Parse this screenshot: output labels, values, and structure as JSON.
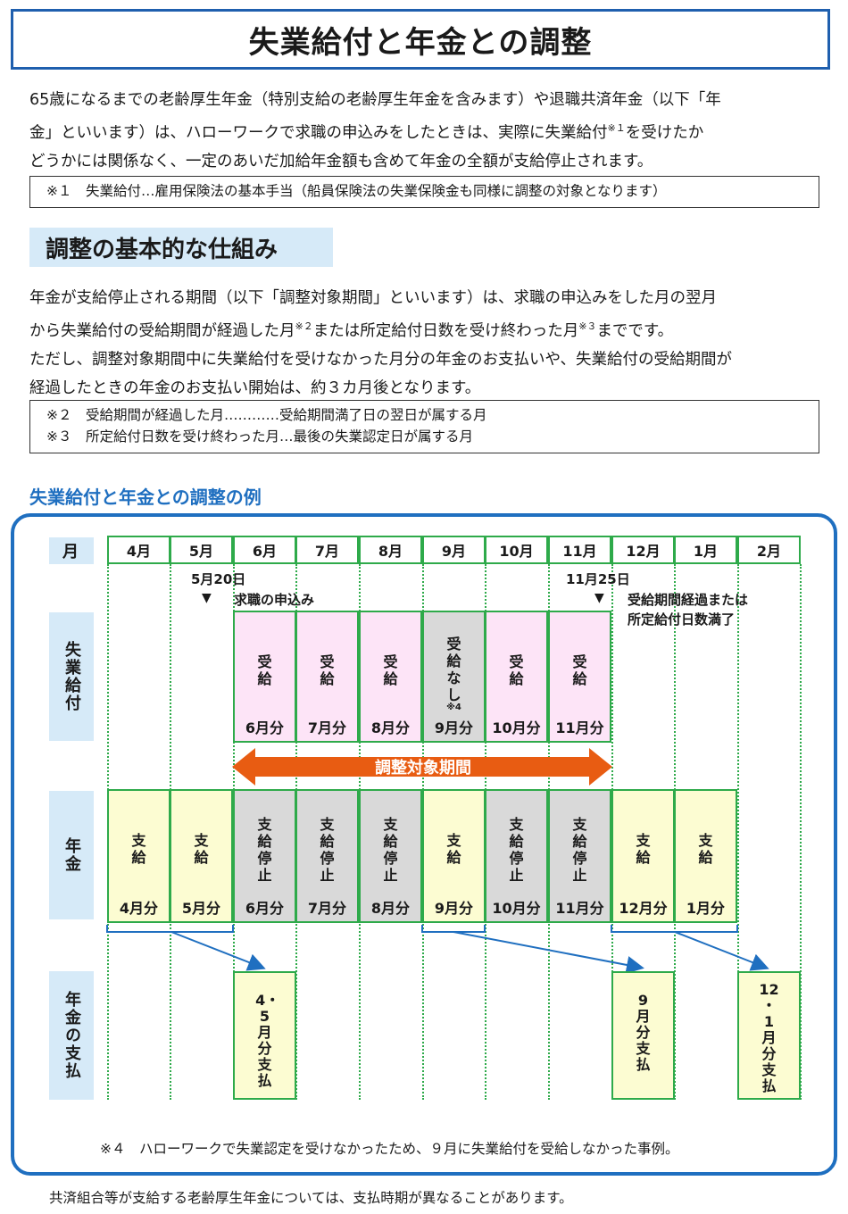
{
  "title": "失業給付と年金との調整",
  "intro": {
    "line1": "65歳になるまでの老齢厚生年金（特別支給の老齢厚生年金を含みます）や退職共済年金（以下「年",
    "line2a": "金」といいます）は、ハローワークで求職の申込みをしたときは、実際に失業給付",
    "line2sup": "※１",
    "line2b": "を受けたか",
    "line3": "どうかには関係なく、一定のあいだ加給年金額も含めて年金の全額が支給停止されます。"
  },
  "note1": "※１　失業給付…雇用保険法の基本手当（船員保険法の失業保険金も同様に調整の対象となります）",
  "section_title": "調整の基本的な仕組み",
  "body": {
    "line1": "年金が支給停止される期間（以下「調整対象期間」といいます）は、求職の申込みをした月の翌月",
    "line2a": "から失業給付の受給期間が経過した月",
    "line2sup1": "※２",
    "line2b": "または所定給付日数を受け終わった月",
    "line2sup2": "※３",
    "line2c": "までです。",
    "line3": "ただし、調整対象期間中に失業給付を受けなかった月分の年金のお支払いや、失業給付の受給期間が",
    "line4": "経過したときの年金のお支払い開始は、約３カ月後となります。"
  },
  "notes23": [
    "※２　受給期間が経過した月…………受給期間満了日の翌日が属する月",
    "※３　所定給付日数を受け終わった月…最後の失業認定日が属する月"
  ],
  "example_title": "失業給付と年金との調整の例",
  "row_labels": {
    "month": "月",
    "unemployment": "失業給付",
    "pension": "年金",
    "payment": "年金の支払"
  },
  "months": [
    "4月",
    "5月",
    "6月",
    "7月",
    "8月",
    "9月",
    "10月",
    "11月",
    "12月",
    "1月",
    "2月"
  ],
  "markers": {
    "start_date": "5月20日",
    "start_label": "求職の申込み",
    "end_date": "11月25日",
    "end_label_1": "受給期間経過または",
    "end_label_2": "所定給付日数満了",
    "triangle": "▼"
  },
  "unemployment_cells": [
    {
      "text": "受給",
      "label": "6月分",
      "state": "receive"
    },
    {
      "text": "受給",
      "label": "7月分",
      "state": "receive"
    },
    {
      "text": "受給",
      "label": "8月分",
      "state": "receive"
    },
    {
      "text": "受給なし",
      "note": "※4",
      "label": "9月分",
      "state": "none"
    },
    {
      "text": "受給",
      "label": "10月分",
      "state": "receive"
    },
    {
      "text": "受給",
      "label": "11月分",
      "state": "receive"
    }
  ],
  "period_label": "調整対象期間",
  "pension_cells": [
    {
      "text": "支給",
      "label": "4月分",
      "state": "paid"
    },
    {
      "text": "支給",
      "label": "5月分",
      "state": "paid"
    },
    {
      "text": "支給停止",
      "label": "6月分",
      "state": "stopped"
    },
    {
      "text": "支給停止",
      "label": "7月分",
      "state": "stopped"
    },
    {
      "text": "支給停止",
      "label": "8月分",
      "state": "stopped"
    },
    {
      "text": "支給",
      "label": "9月分",
      "state": "paid"
    },
    {
      "text": "支給停止",
      "label": "10月分",
      "state": "stopped"
    },
    {
      "text": "支給停止",
      "label": "11月分",
      "state": "stopped"
    },
    {
      "text": "支給",
      "label": "12月分",
      "state": "paid"
    },
    {
      "text": "支給",
      "label": "1月分",
      "state": "paid"
    }
  ],
  "payments": [
    {
      "text": "4・5月分支払"
    },
    {
      "text": "9月分支払"
    },
    {
      "text": "12・1月分支払"
    }
  ],
  "note4": "※４　ハローワークで失業認定を受けなかったため、９月に失業給付を受給しなかった事例。",
  "footer": "共済組合等が支給する老齢厚生年金については、支払時期が異なることがあります。",
  "colors": {
    "accent_blue": "#1f6fc0",
    "green": "#2eaa4a",
    "orange": "#e85c12",
    "pink": "#fde4f7",
    "gray": "#d9d9d9",
    "yellow": "#fcfcd2",
    "label_blue": "#d6eaf8"
  }
}
